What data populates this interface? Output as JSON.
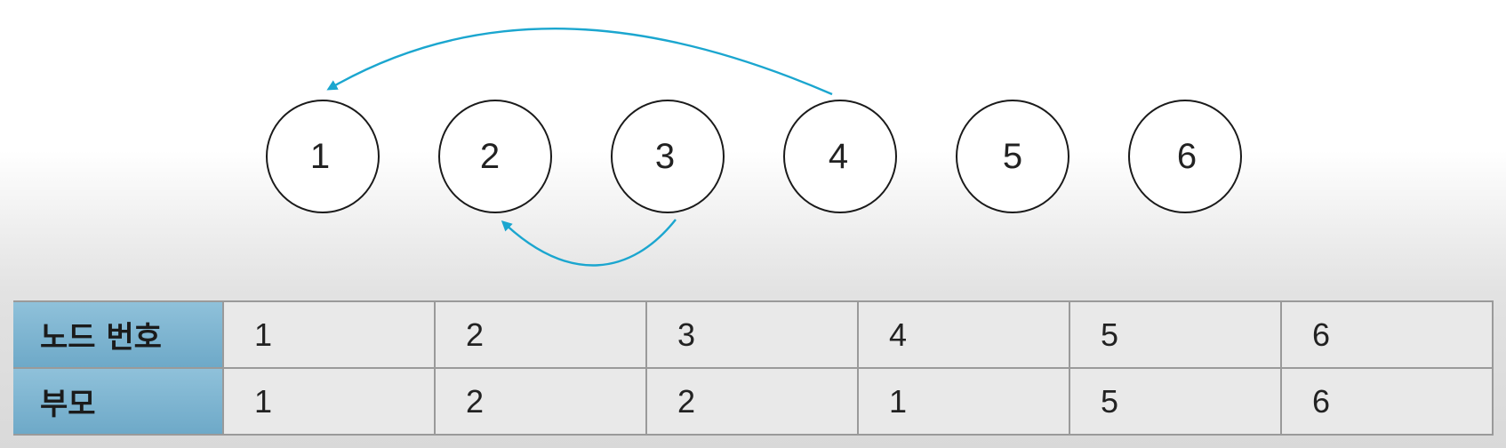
{
  "nodes": [
    {
      "label": "1"
    },
    {
      "label": "2"
    },
    {
      "label": "3"
    },
    {
      "label": "4"
    },
    {
      "label": "5"
    },
    {
      "label": "6"
    }
  ],
  "edges": [
    {
      "from": "4",
      "to": "1"
    },
    {
      "from": "3",
      "to": "2"
    }
  ],
  "colors": {
    "edge": "#1ba6cf",
    "header_cell": "#7fb5d1",
    "table_border": "#9a9a9a"
  },
  "table": {
    "rows": [
      {
        "header": "노드 번호",
        "cells": [
          "1",
          "2",
          "3",
          "4",
          "5",
          "6"
        ]
      },
      {
        "header": "부모",
        "cells": [
          "1",
          "2",
          "2",
          "1",
          "5",
          "6"
        ]
      }
    ]
  }
}
